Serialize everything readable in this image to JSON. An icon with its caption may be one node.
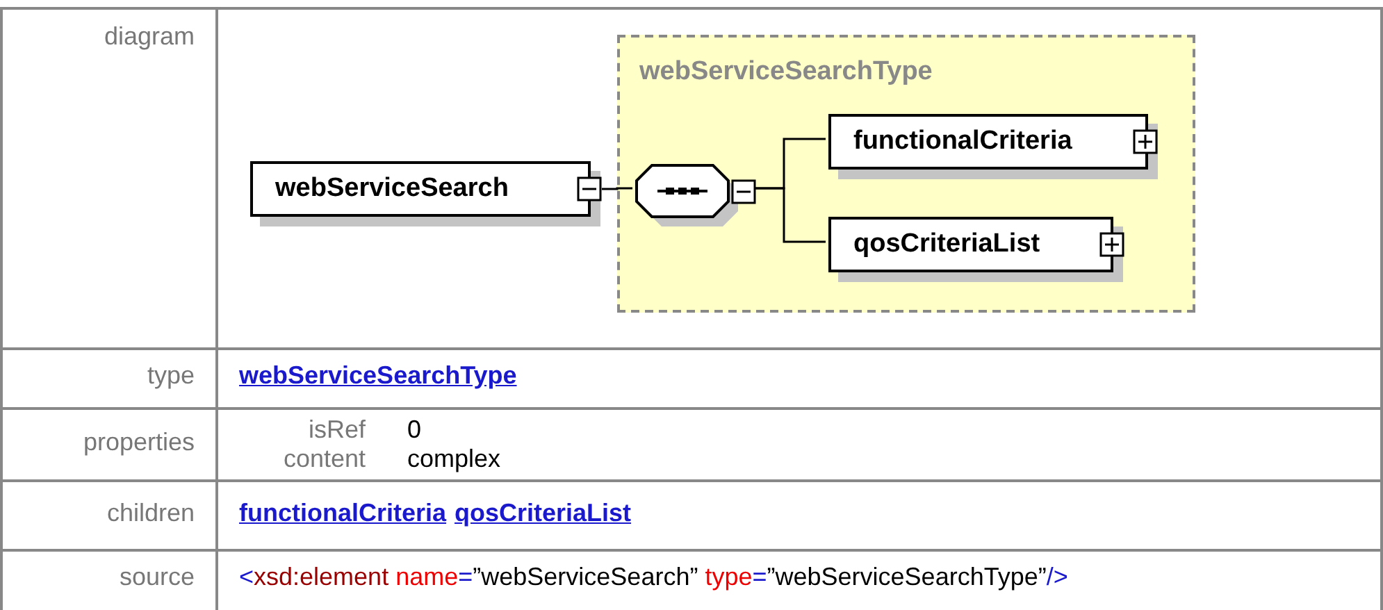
{
  "diagram": {
    "nodes": [
      {
        "text": [
          "webServiceSearch"
        ]
      },
      {
        "text": [
          "webServiceSearchType"
        ]
      },
      {
        "text": [],
        "shape": "octagon",
        "in": 1
      },
      {
        "text": [
          "functionalCriteria"
        ],
        "in": 1
      },
      {
        "text": [
          "qosCriteriaList"
        ],
        "in": 1
      }
    ],
    "edges": [
      {
        "from": 0,
        "to": 2,
        "arrow": "none"
      },
      {
        "from": 2,
        "to": 3,
        "arrow": "none"
      },
      {
        "from": 2,
        "to": 4,
        "arrow": "none"
      }
    ],
    "labels": [
      "diagram",
      "type",
      "webServiceSearchType",
      "properties",
      "isRef",
      "0",
      "content",
      "complex",
      "children",
      "functionalCriteria",
      "qosCriteriaList",
      "source",
      "<xsd:element name=”webServiceSearch” type=”webServiceSearchType”/>"
    ]
  }
}
